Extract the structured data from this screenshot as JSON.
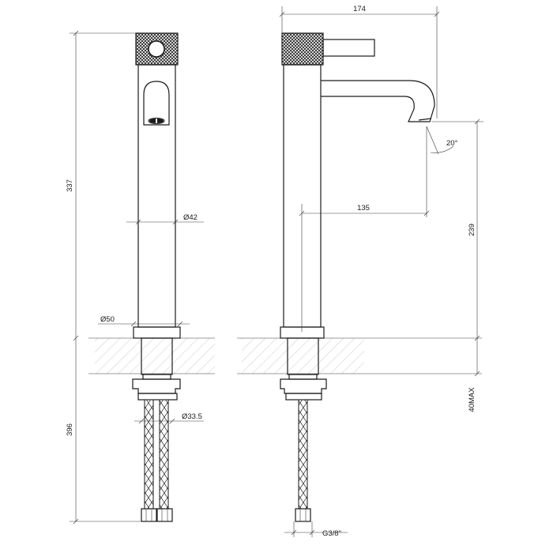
{
  "dimensions": {
    "total_width": "174",
    "reach": "135",
    "spout_angle": "20°",
    "height_above_deck": "239",
    "overall_height_front": "337",
    "below_deck_length": "396",
    "deck_thickness_max": "40MAX",
    "body_diameter": "Ø42",
    "base_diameter": "Ø50",
    "shank_diameter": "Ø33.5",
    "hose_thread": "G3/8\""
  }
}
